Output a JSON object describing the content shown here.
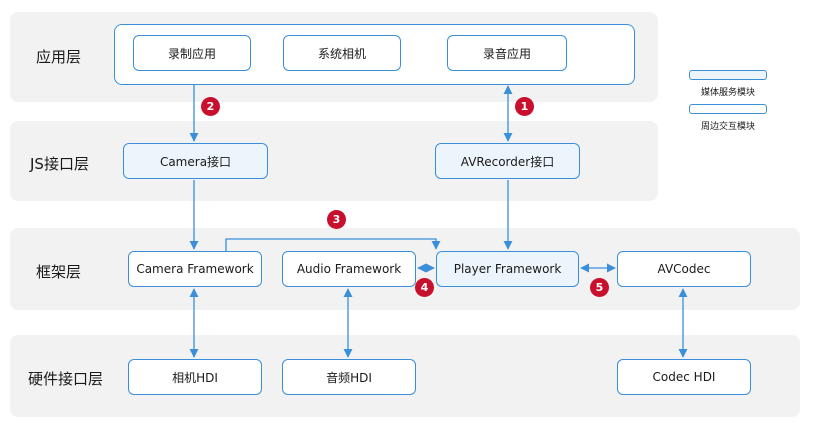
{
  "layers": {
    "app": "应用层",
    "js": "JS接口层",
    "framework": "框架层",
    "hdi": "硬件接口层"
  },
  "boxes": {
    "recording_app": "录制应用",
    "system_camera": "系统相机",
    "audio_recording_app": "录音应用",
    "camera_interface": "Camera接口",
    "avrecorder_interface": "AVRecorder接口",
    "camera_framework": "Camera Framework",
    "audio_framework": "Audio Framework",
    "player_framework": "Player Framework",
    "avcodec": "AVCodec",
    "camera_hdi": "相机HDI",
    "audio_hdi": "音频HDI",
    "codec_hdi": "Codec HDI"
  },
  "legend": {
    "media_service": "媒体服务模块",
    "peripheral": "周边交互模块"
  },
  "steps": [
    "1",
    "2",
    "3",
    "4",
    "5"
  ],
  "colors": {
    "accent": "#3a8fd8",
    "media_fill": "#ecf5fc",
    "layer_bg": "#f2f2f2",
    "badge": "#c8102e"
  }
}
